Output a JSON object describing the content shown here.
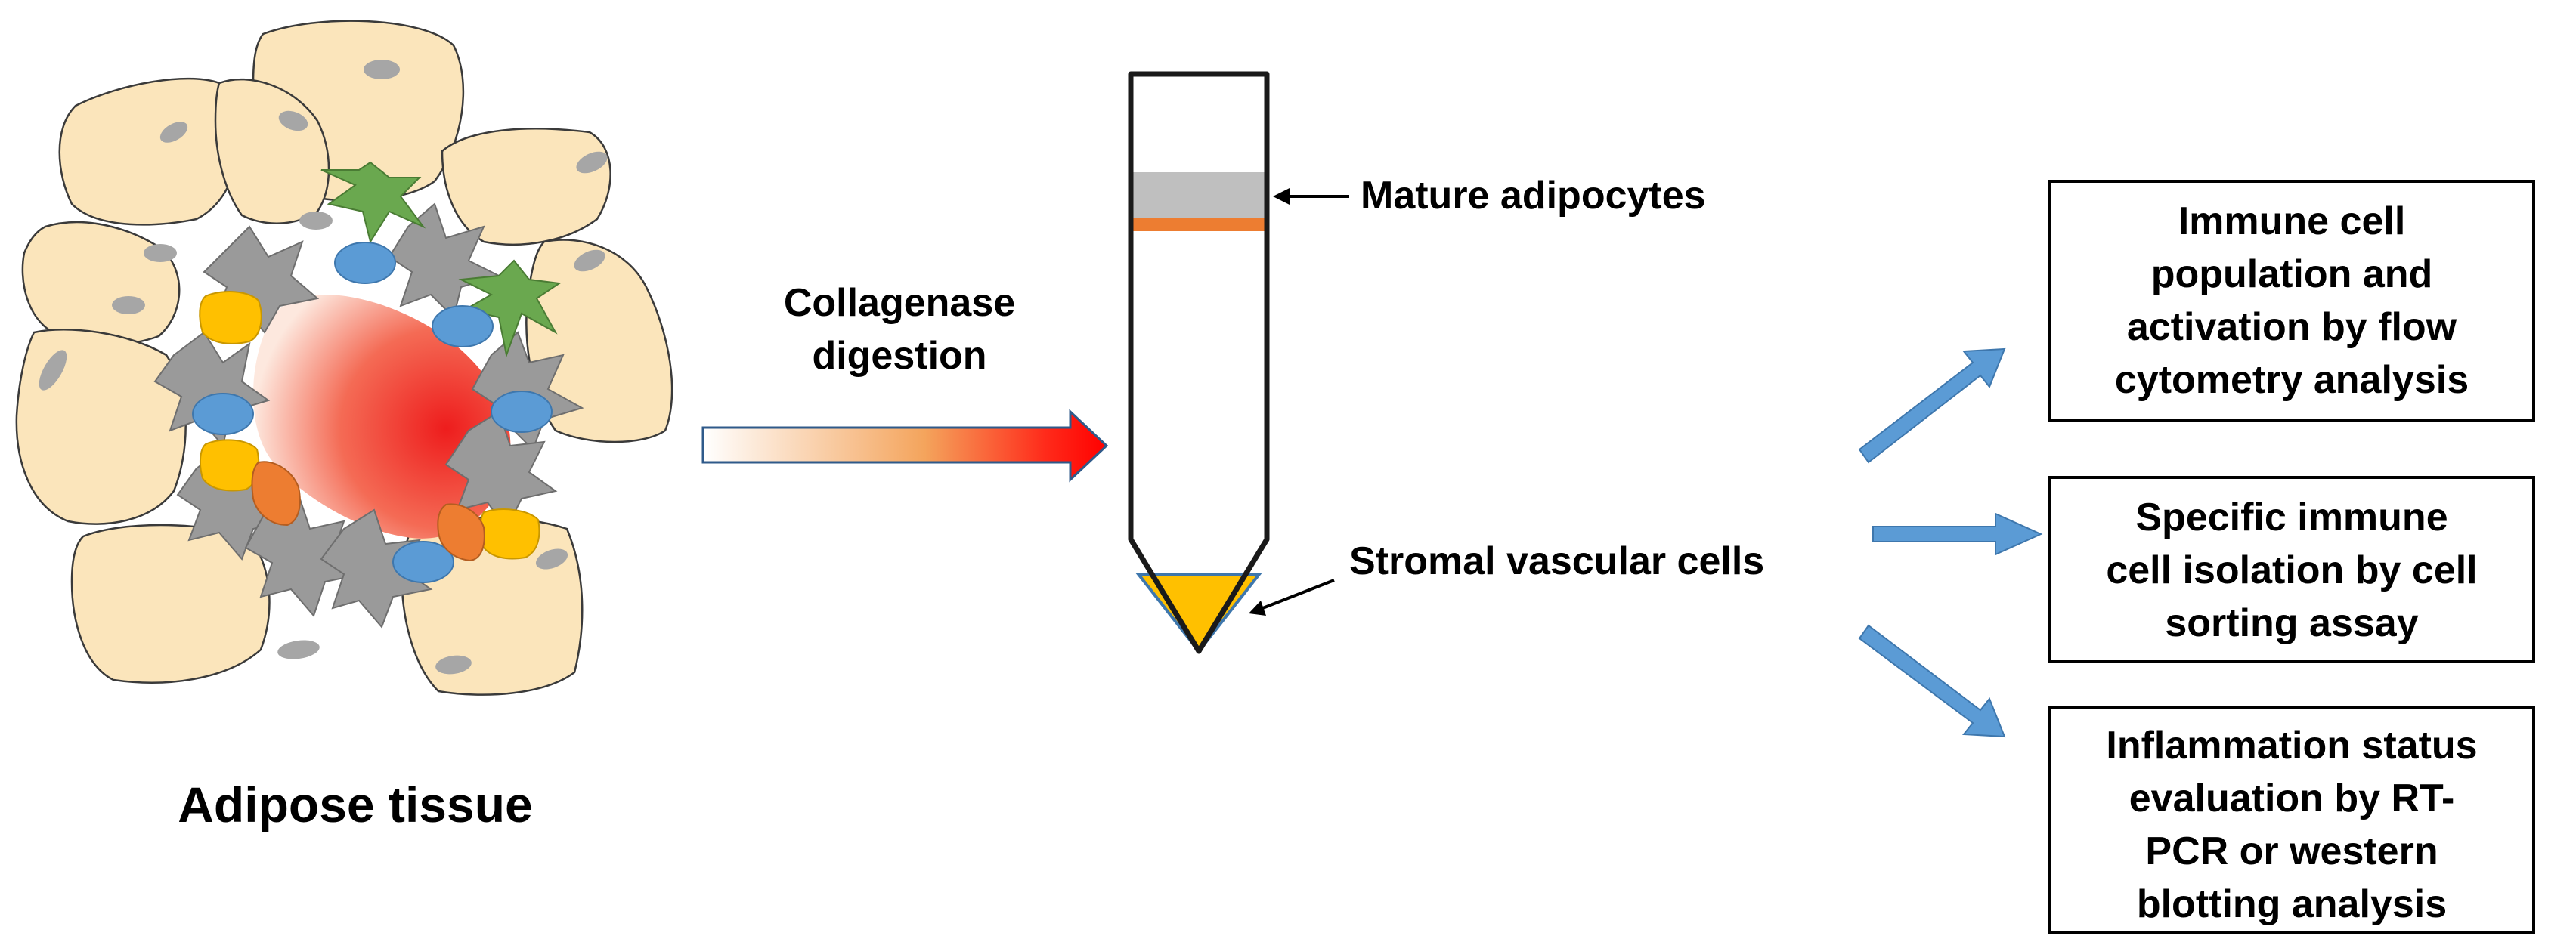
{
  "tissue": {
    "title": "Adipose tissue"
  },
  "digestion": {
    "label_line1": "Collagenase",
    "label_line2": "digestion"
  },
  "tube": {
    "top_layer_label": "Mature adipocytes",
    "pellet_label": "Stromal vascular cells"
  },
  "outputs": [
    {
      "lines": [
        "Immune cell",
        "population and",
        "activation by flow",
        "cytometry analysis"
      ]
    },
    {
      "lines": [
        "Specific immune",
        "cell isolation by cell",
        "sorting assay"
      ]
    },
    {
      "lines": [
        "Inflammation status",
        "evaluation by RT-",
        "PCR or western",
        "blotting analysis"
      ]
    }
  ],
  "colors": {
    "adipocyte_fill": "#fbe5bb",
    "adipocyte_stroke": "#3a3a3a",
    "nucleus": "#a6a6a6",
    "vessel_red": "#ee1d1d",
    "blue_cell": "#5b9bd5",
    "macrophage_gray": "#9a9a9a",
    "dendritic_green": "#6aa84f",
    "yellow_cell": "#ffc000",
    "orange_cell": "#ed7d31",
    "adipocyte_layer": "#bfbfbf",
    "orange_band": "#ed7d31",
    "pellet": "#ffc000",
    "output_arrow": "#5b9bd5"
  }
}
